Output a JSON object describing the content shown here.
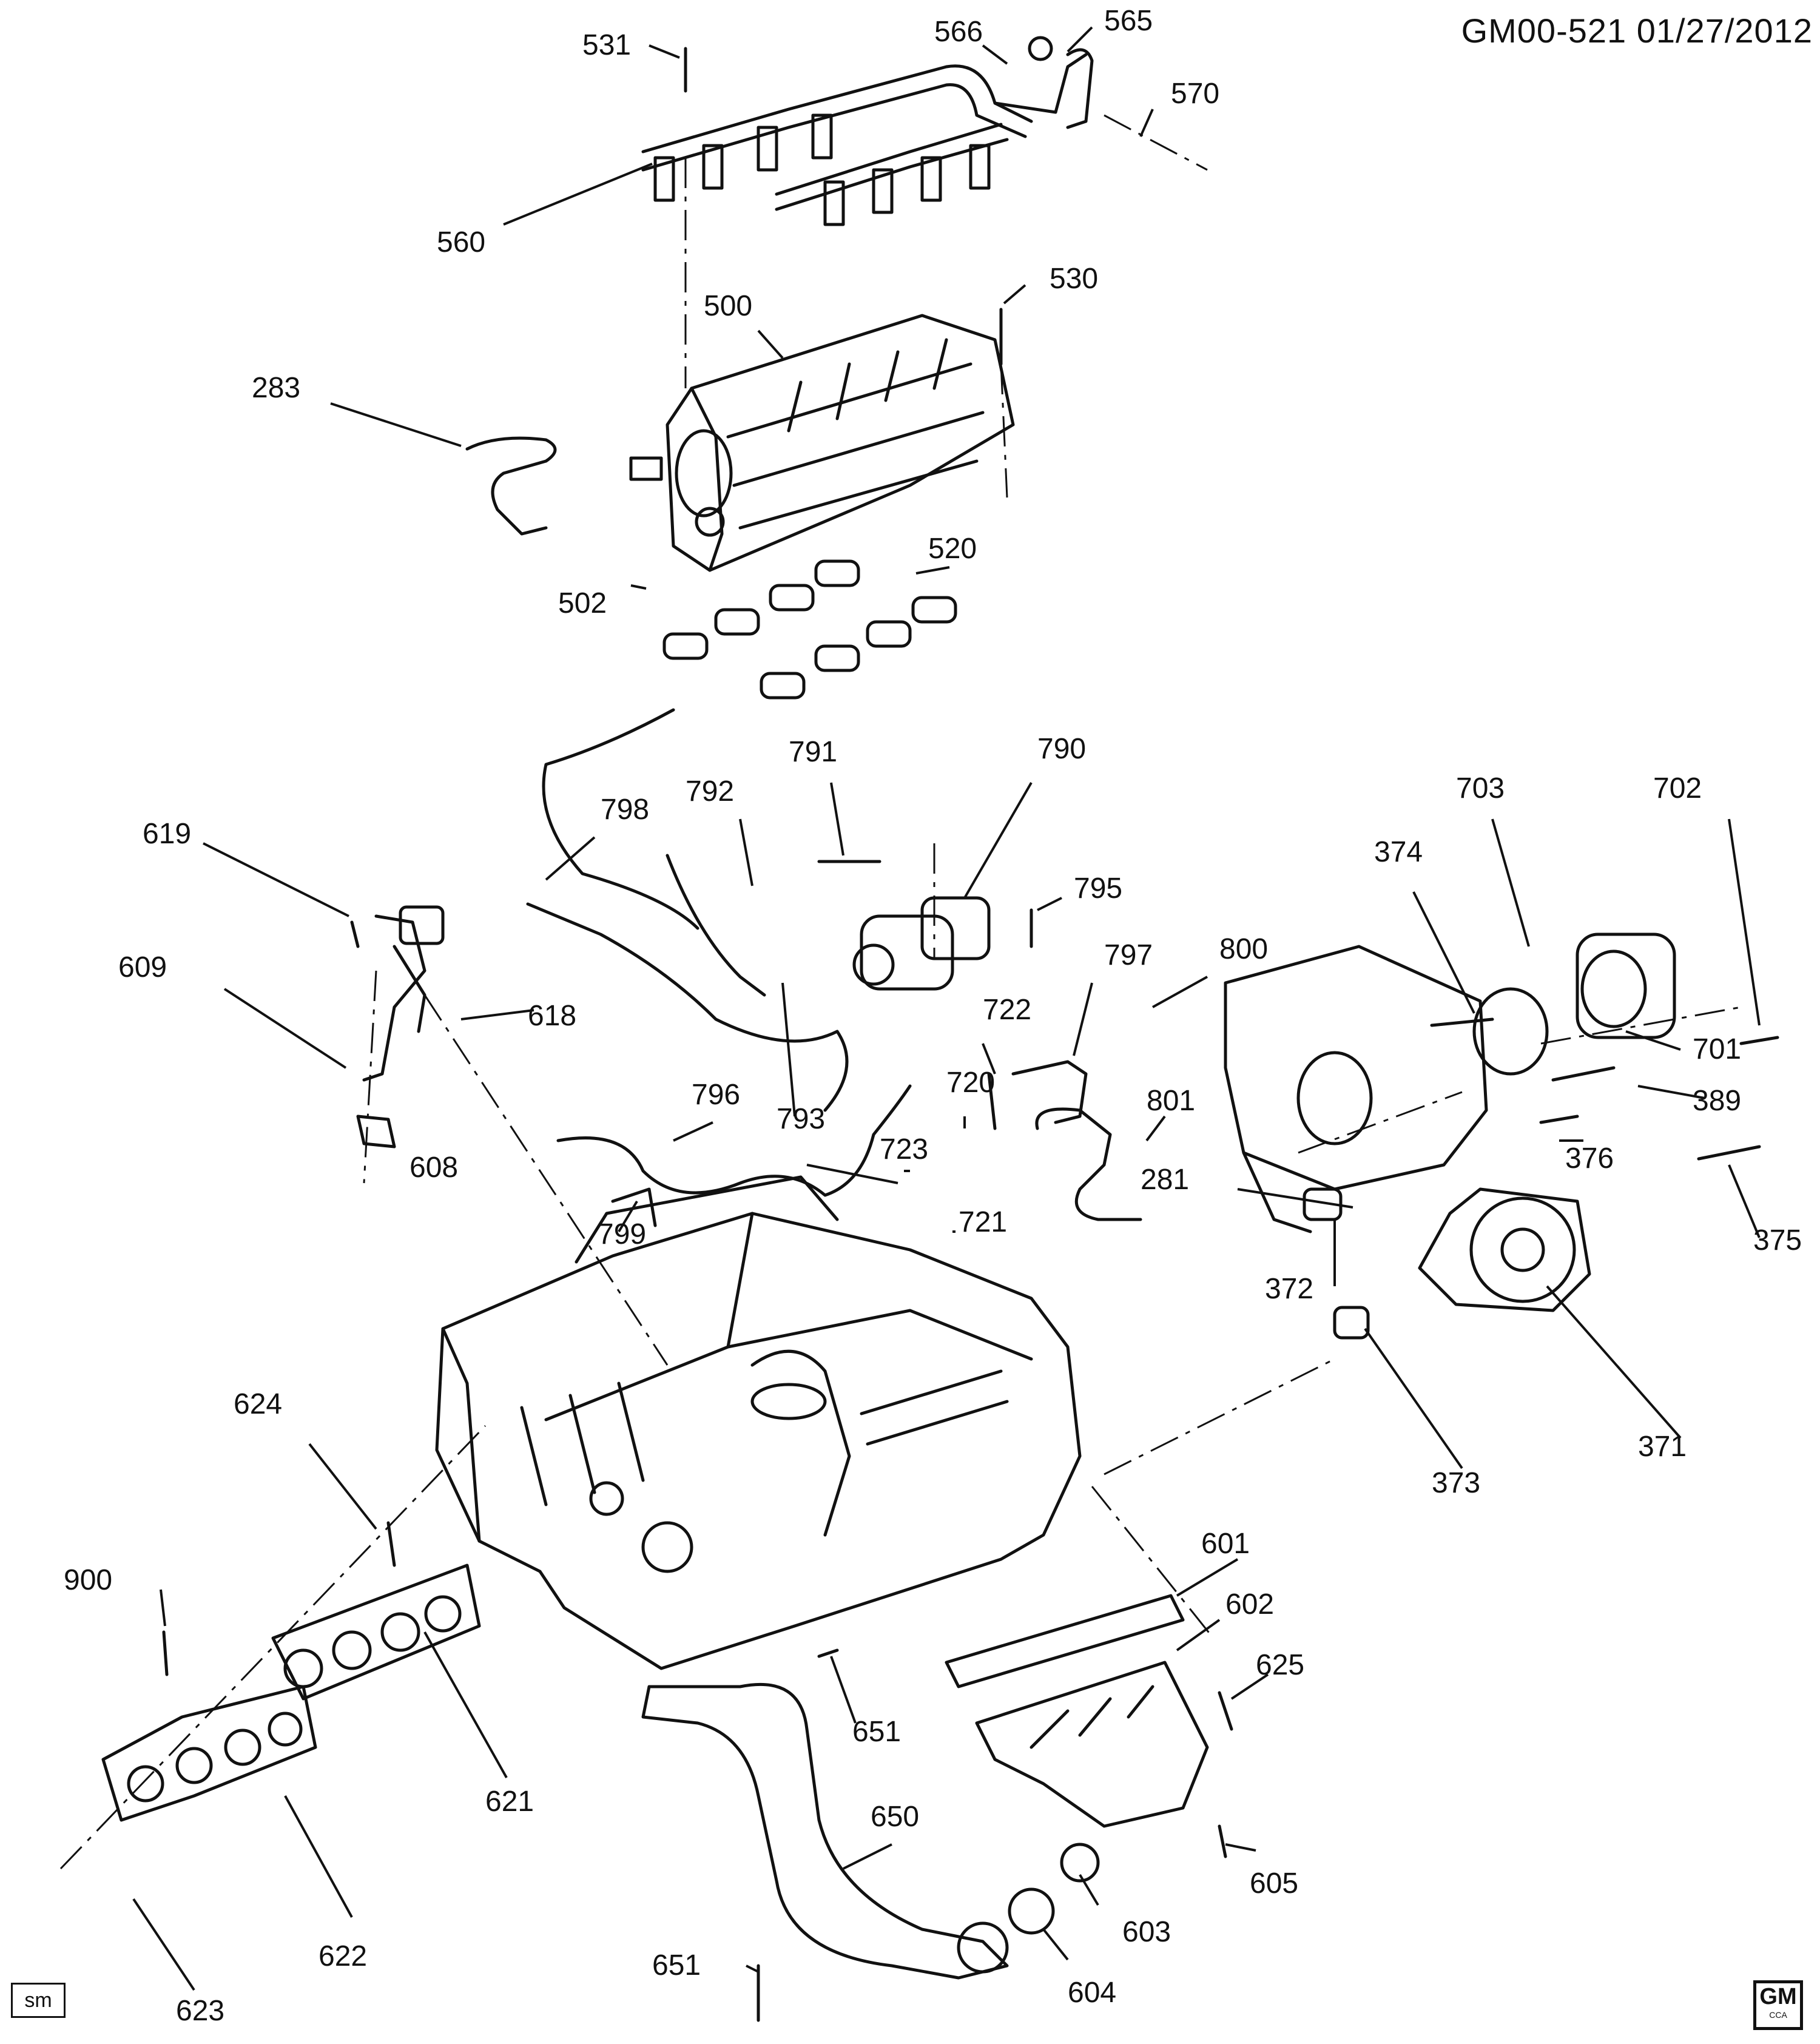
{
  "header": {
    "doc_id": "GM00-521",
    "date": "01/27/2012"
  },
  "footer": {
    "tag": "sm",
    "logo_text": "GM",
    "logo_sub": "CCA"
  },
  "callouts": [
    {
      "id": "531",
      "label": "531"
    },
    {
      "id": "566",
      "label": "566"
    },
    {
      "id": "565",
      "label": "565"
    },
    {
      "id": "570",
      "label": "570"
    },
    {
      "id": "560",
      "label": "560"
    },
    {
      "id": "530",
      "label": "530"
    },
    {
      "id": "500",
      "label": "500"
    },
    {
      "id": "283",
      "label": "283"
    },
    {
      "id": "502",
      "label": "502"
    },
    {
      "id": "520",
      "label": "520"
    },
    {
      "id": "791",
      "label": "791"
    },
    {
      "id": "790",
      "label": "790"
    },
    {
      "id": "792",
      "label": "792"
    },
    {
      "id": "798",
      "label": "798"
    },
    {
      "id": "619",
      "label": "619"
    },
    {
      "id": "703",
      "label": "703"
    },
    {
      "id": "702",
      "label": "702"
    },
    {
      "id": "374",
      "label": "374"
    },
    {
      "id": "795",
      "label": "795"
    },
    {
      "id": "797",
      "label": "797"
    },
    {
      "id": "800",
      "label": "800"
    },
    {
      "id": "609",
      "label": "609"
    },
    {
      "id": "618",
      "label": "618"
    },
    {
      "id": "793",
      "label": "793"
    },
    {
      "id": "722",
      "label": "722"
    },
    {
      "id": "701",
      "label": "701"
    },
    {
      "id": "720",
      "label": "720"
    },
    {
      "id": "801",
      "label": "801"
    },
    {
      "id": "389",
      "label": "389"
    },
    {
      "id": "796",
      "label": "796"
    },
    {
      "id": "608",
      "label": "608"
    },
    {
      "id": "723",
      "label": "723"
    },
    {
      "id": "376",
      "label": "376"
    },
    {
      "id": "281",
      "label": "281"
    },
    {
      "id": "799",
      "label": "799"
    },
    {
      "id": "721",
      "label": "721"
    },
    {
      "id": "375",
      "label": "375"
    },
    {
      "id": "372",
      "label": "372"
    },
    {
      "id": "371",
      "label": "371"
    },
    {
      "id": "373",
      "label": "373"
    },
    {
      "id": "624",
      "label": "624"
    },
    {
      "id": "601",
      "label": "601"
    },
    {
      "id": "602",
      "label": "602"
    },
    {
      "id": "900",
      "label": "900"
    },
    {
      "id": "625",
      "label": "625"
    },
    {
      "id": "651a",
      "label": "651"
    },
    {
      "id": "621",
      "label": "621"
    },
    {
      "id": "650",
      "label": "650"
    },
    {
      "id": "605",
      "label": "605"
    },
    {
      "id": "603",
      "label": "603"
    },
    {
      "id": "622",
      "label": "622"
    },
    {
      "id": "651b",
      "label": "651"
    },
    {
      "id": "604",
      "label": "604"
    },
    {
      "id": "623",
      "label": "623"
    }
  ]
}
